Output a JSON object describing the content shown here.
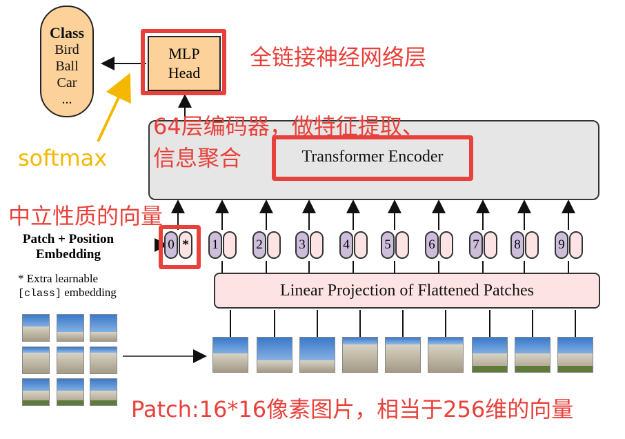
{
  "class_box": {
    "title": "Class",
    "items": [
      "Bird",
      "Ball",
      "Car",
      "..."
    ]
  },
  "mlp_head": {
    "line1": "MLP",
    "line2": "Head"
  },
  "encoder": {
    "label": "Transformer Encoder"
  },
  "linear_projection": {
    "label": "Linear Projection of Flattened Patches"
  },
  "patch_position": {
    "line1": "Patch + Position",
    "line2": "Embedding",
    "note_prefix": "* Extra learnable",
    "note_code": "[class]",
    "note_suffix": " embedding"
  },
  "tokens": [
    "0",
    "1",
    "2",
    "3",
    "4",
    "5",
    "6",
    "7",
    "8",
    "9"
  ],
  "cls_marker": "*",
  "annotations": {
    "mlp": "全链接神经网络层",
    "encoder_line1": "64层编码器，做特征提取、",
    "encoder_line2": "信息聚合",
    "softmax": "softmax",
    "cls_vector": "中立性质的向量",
    "patch_note": "Patch:16*16像素图片，相当于256维的向量"
  },
  "colors": {
    "annotation_red": "#e8403a",
    "softmax_yellow": "#f5b800",
    "class_fill": "#fcd29a",
    "token_purple": "#cdbfdc",
    "token_pink": "#fde3e3",
    "encoder_gray": "#e6e6e6"
  }
}
